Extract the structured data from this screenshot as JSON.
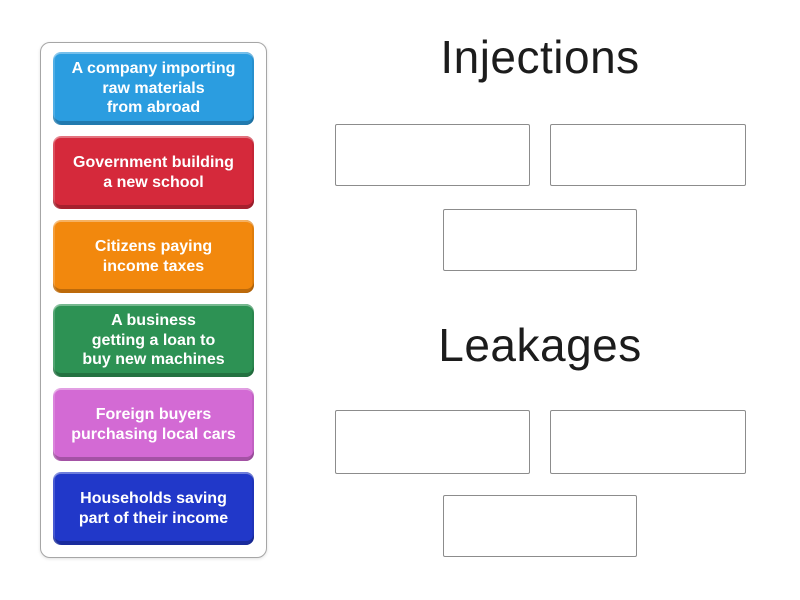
{
  "activity": {
    "type": "group-sort"
  },
  "bank": {
    "items": [
      {
        "label": "A company importing\nraw materials\nfrom abroad",
        "color": "#2b9de0"
      },
      {
        "label": "Government building\na new school",
        "color": "#d5293b"
      },
      {
        "label": "Citizens paying\nincome taxes",
        "color": "#f2880d"
      },
      {
        "label": "A business\ngetting a loan to\nbuy new machines",
        "color": "#2d9254"
      },
      {
        "label": "Foreign buyers\npurchasing local cars",
        "color": "#d36ad4"
      },
      {
        "label": "Households saving\npart of their income",
        "color": "#2138c9"
      }
    ]
  },
  "groups": [
    {
      "title": "Injections",
      "slot_count": 3
    },
    {
      "title": "Leakages",
      "slot_count": 3
    }
  ],
  "ui_colors": {
    "title_text": "#1c1c1c",
    "card_text": "#ffffff",
    "slot_border": "#8c8c8c",
    "bank_border": "#a6a6a6",
    "background": "#ffffff"
  }
}
